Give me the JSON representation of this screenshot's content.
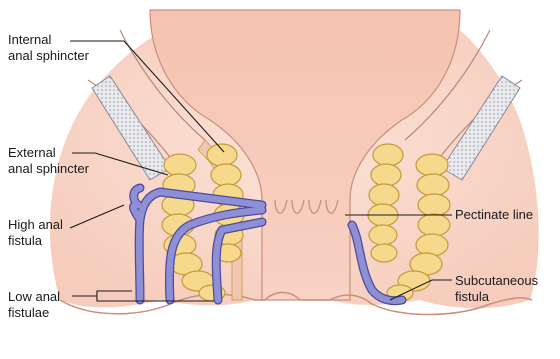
{
  "labels": {
    "internal_anal_sphincter": [
      "Internal",
      "anal sphincter"
    ],
    "external_anal_sphincter": [
      "External",
      "anal sphincter"
    ],
    "high_anal_fistula": [
      "High anal",
      "fistula"
    ],
    "low_anal_fistulae": [
      "Low anal",
      "fistulae"
    ],
    "pectinate_line": [
      "Pectinate line"
    ],
    "subcutaneous_fistula": [
      "Subcutaneous",
      "fistula"
    ]
  },
  "colors": {
    "skin": "#f9d5c8",
    "skin_dark": "#efbba6",
    "muscle": "#f7d98e",
    "muscle_outline": "#c49a3a",
    "fistula": "#8f8fd6",
    "fistula_outline": "#4b4b9c",
    "leader": "#1a1a1a"
  }
}
